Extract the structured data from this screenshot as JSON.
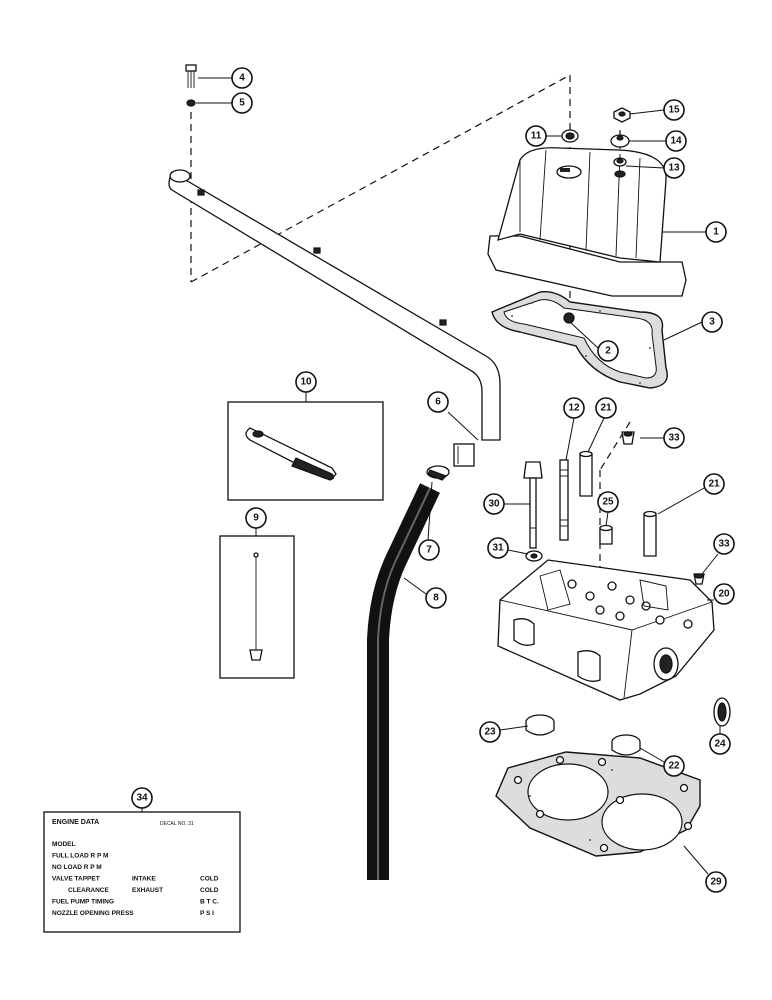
{
  "callouts": [
    "1",
    "2",
    "3",
    "4",
    "5",
    "6",
    "7",
    "8",
    "9",
    "10",
    "11",
    "12",
    "13",
    "14",
    "15",
    "20",
    "21",
    "21",
    "22",
    "23",
    "24",
    "25",
    "29",
    "30",
    "31",
    "33",
    "33",
    "34"
  ],
  "decal": {
    "title": "ENGINE DATA",
    "decal_no": "DECAL NO. 31",
    "lines": [
      {
        "label": "MODEL",
        "sub": "",
        "unit": ""
      },
      {
        "label": "FULL LOAD R P M",
        "sub": "",
        "unit": ""
      },
      {
        "label": "NO LOAD R P M",
        "sub": "",
        "unit": ""
      },
      {
        "label": "VALVE TAPPET",
        "sub": "INTAKE",
        "unit": "COLD"
      },
      {
        "label": "CLEARANCE",
        "sub": "EXHAUST",
        "unit": "COLD"
      },
      {
        "label": "FUEL PUMP TIMING",
        "sub": "",
        "unit": "B T C."
      },
      {
        "label": "NOZZLE OPENING PRESS",
        "sub": "",
        "unit": "P S I"
      }
    ]
  }
}
